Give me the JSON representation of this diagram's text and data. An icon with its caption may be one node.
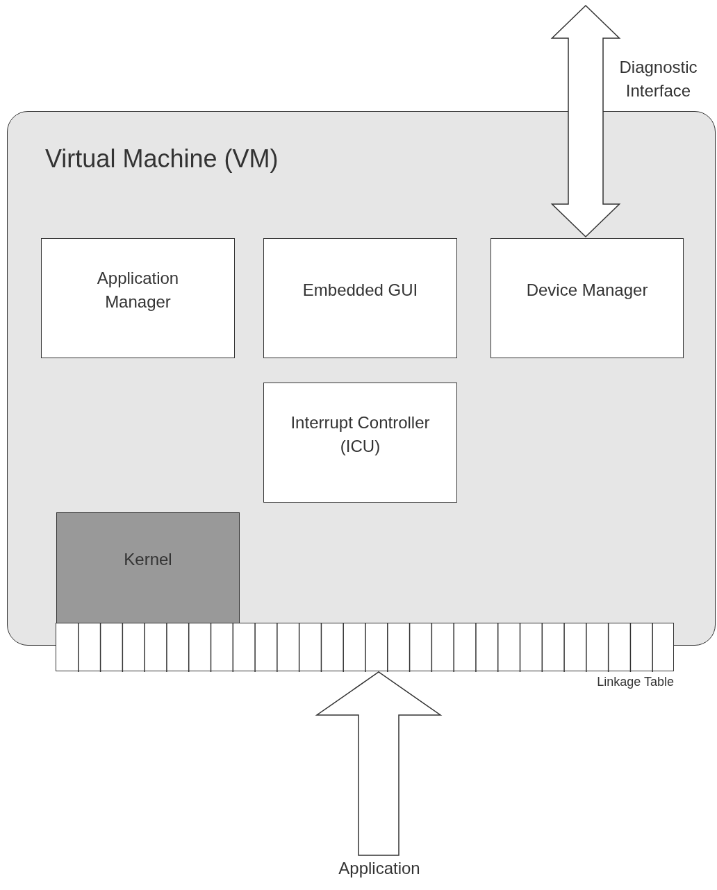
{
  "diagram": {
    "nodes": [
      {
        "text": [
          "Virtual Machine (VM)"
        ]
      },
      {
        "text": [
          "Application Manager"
        ],
        "in": 0
      },
      {
        "text": [
          "Embedded GUI"
        ],
        "in": 0
      },
      {
        "text": [
          "Device Manager"
        ],
        "in": 0
      },
      {
        "text": [
          "Interrupt Controller (ICU)"
        ],
        "in": 0
      },
      {
        "text": [
          "Kernel"
        ],
        "in": 0
      },
      {
        "text": [],
        "shape": "bar",
        "beside": [
          "Linkage Table"
        ]
      },
      {
        "text": [
          "Application"
        ]
      }
    ],
    "edges": [
      {
        "from": 7,
        "to": 6,
        "arrow": "to"
      },
      {
        "from": null,
        "to": 3,
        "arrow": "both",
        "label": "Diagnostic Interface"
      }
    ]
  }
}
